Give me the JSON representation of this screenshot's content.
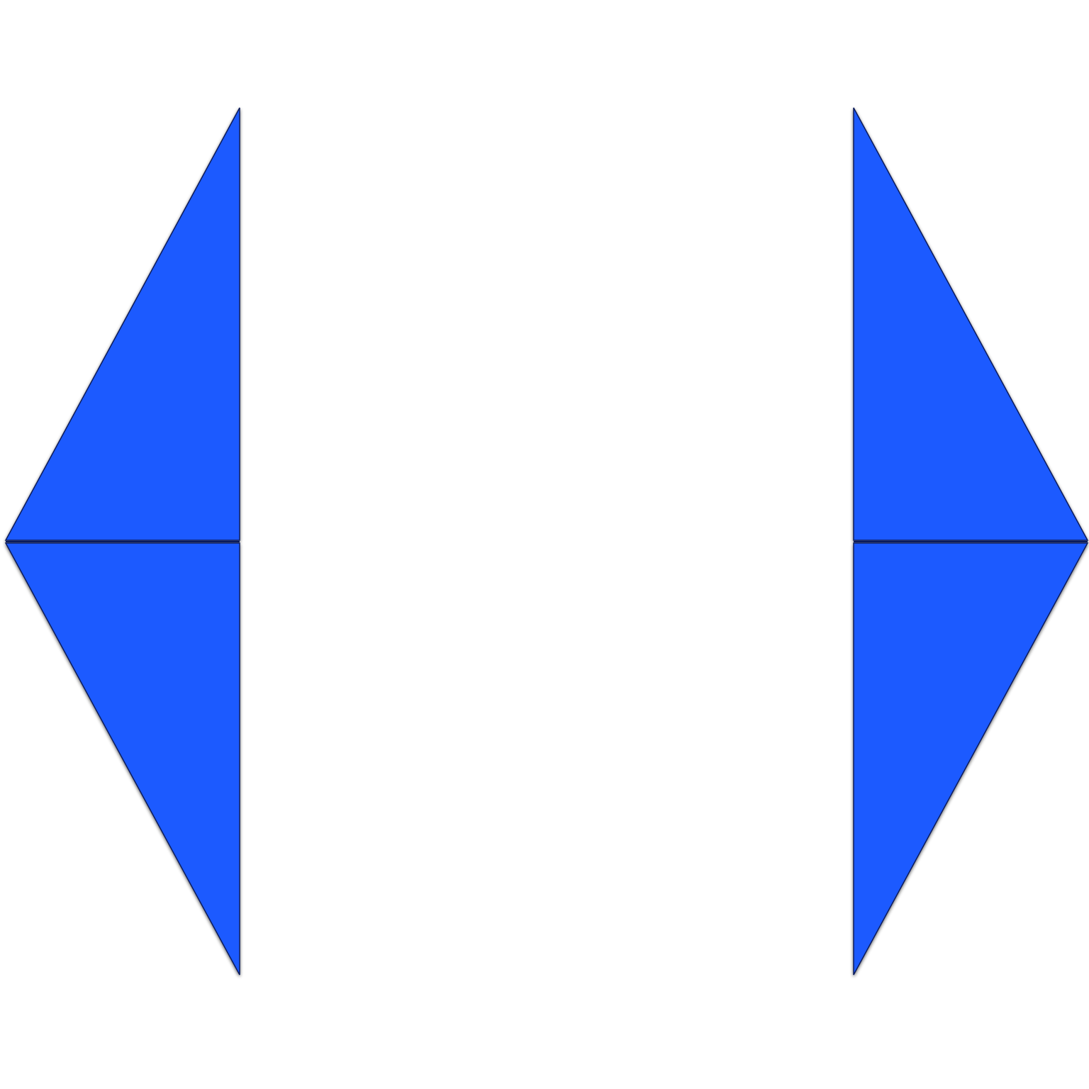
{
  "scene": {
    "background": "#ffffff",
    "shape_fill": "#1a5aff",
    "edge_dark": "#0a1a5a",
    "edge_light": "#6fa0ff",
    "shadow_color": "#000000",
    "shapes": [
      {
        "name": "left-upper-triangle",
        "icon": "triangle-shape"
      },
      {
        "name": "left-lower-triangle",
        "icon": "triangle-shape"
      },
      {
        "name": "right-upper-triangle",
        "icon": "triangle-shape"
      },
      {
        "name": "right-lower-triangle",
        "icon": "triangle-shape"
      }
    ]
  }
}
